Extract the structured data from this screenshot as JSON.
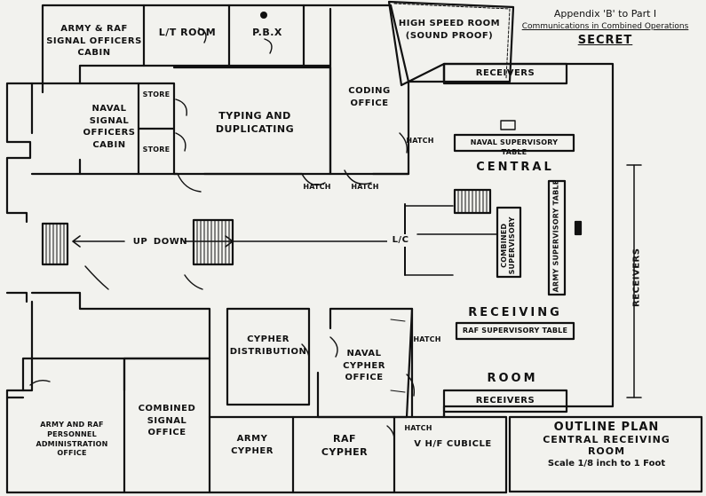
{
  "title_block": {
    "line1": "Appendix 'B' to Part I",
    "line2": "Communications in Combined Operations",
    "line3": "SECRET"
  },
  "rooms": {
    "army_raf_signal": "ARMY & RAF\nSIGNAL OFFICERS\nCABIN",
    "lt_room": "L/T  ROOM",
    "pbx": "P.B.X",
    "high_speed": "HIGH SPEED ROOM\n(SOUND PROOF)",
    "naval_signal": "NAVAL\nSIGNAL\nOFFICERS\nCABIN",
    "store_1": "STORE",
    "store_2": "STORE",
    "typing": "TYPING AND\nDUPLICATING",
    "coding": "CODING\nOFFICE",
    "cypher_distribution": "CYPHER\nDISTRIBUTION",
    "naval_cypher": "NAVAL\nCYPHER\nOFFICE",
    "army_raf_personnel": "ARMY AND RAF\nPERSONNEL\nADMINISTRATION\nOFFICE",
    "combined_signal": "COMBINED\nSIGNAL\nOFFICE",
    "army_cypher": "ARMY\nCYPHER",
    "raf_cypher": "RAF\nCYPHER",
    "vhf_cubicle": "V H/F  CUBICLE"
  },
  "central": {
    "word1": "CENTRAL",
    "word2": "RECEIVING",
    "word3": "ROOM",
    "receivers_top": "RECEIVERS",
    "receivers_bottom": "RECEIVERS",
    "receivers_right": "RECEIVERS",
    "naval_table": "NAVAL SUPERVISORY TABLE",
    "army_table": "ARMY SUPERVISORY TABLE",
    "raf_table": "RAF SUPERVISORY TABLE",
    "combined_table": "COMBINED SUPERVISORY",
    "lc": "L/C"
  },
  "hatches": {
    "hatch_coding": "HATCH",
    "hatch_a": "HATCH",
    "hatch_b": "HATCH",
    "hatch_naval_cypher": "HATCH",
    "hatch_vhf": "HATCH"
  },
  "stair": {
    "up": "UP",
    "down": "DOWN"
  },
  "legend": {
    "line1": "OUTLINE PLAN",
    "line2": "CENTRAL RECEIVING",
    "line3": "ROOM",
    "line4": "Scale 1/8 inch to 1 Foot"
  }
}
